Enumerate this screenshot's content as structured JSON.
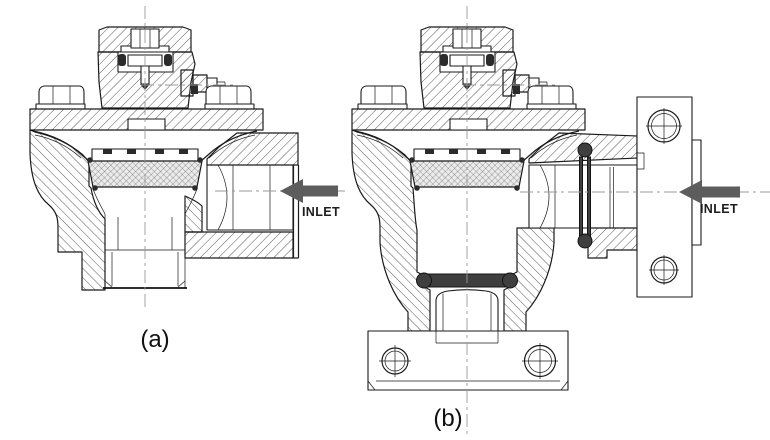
{
  "figure": {
    "panels": [
      {
        "id": "a",
        "caption": "(a)",
        "inlet_label": "INLET"
      },
      {
        "id": "b",
        "caption": "(b)",
        "inlet_label": "INLET"
      }
    ],
    "colors": {
      "background": "#ffffff",
      "line": "#1b1b1b",
      "hatch": "#2e2e2e",
      "arrow": "#5d5d5d",
      "seal": "#3f3f3f",
      "centerline": "#9a9a9a"
    }
  }
}
